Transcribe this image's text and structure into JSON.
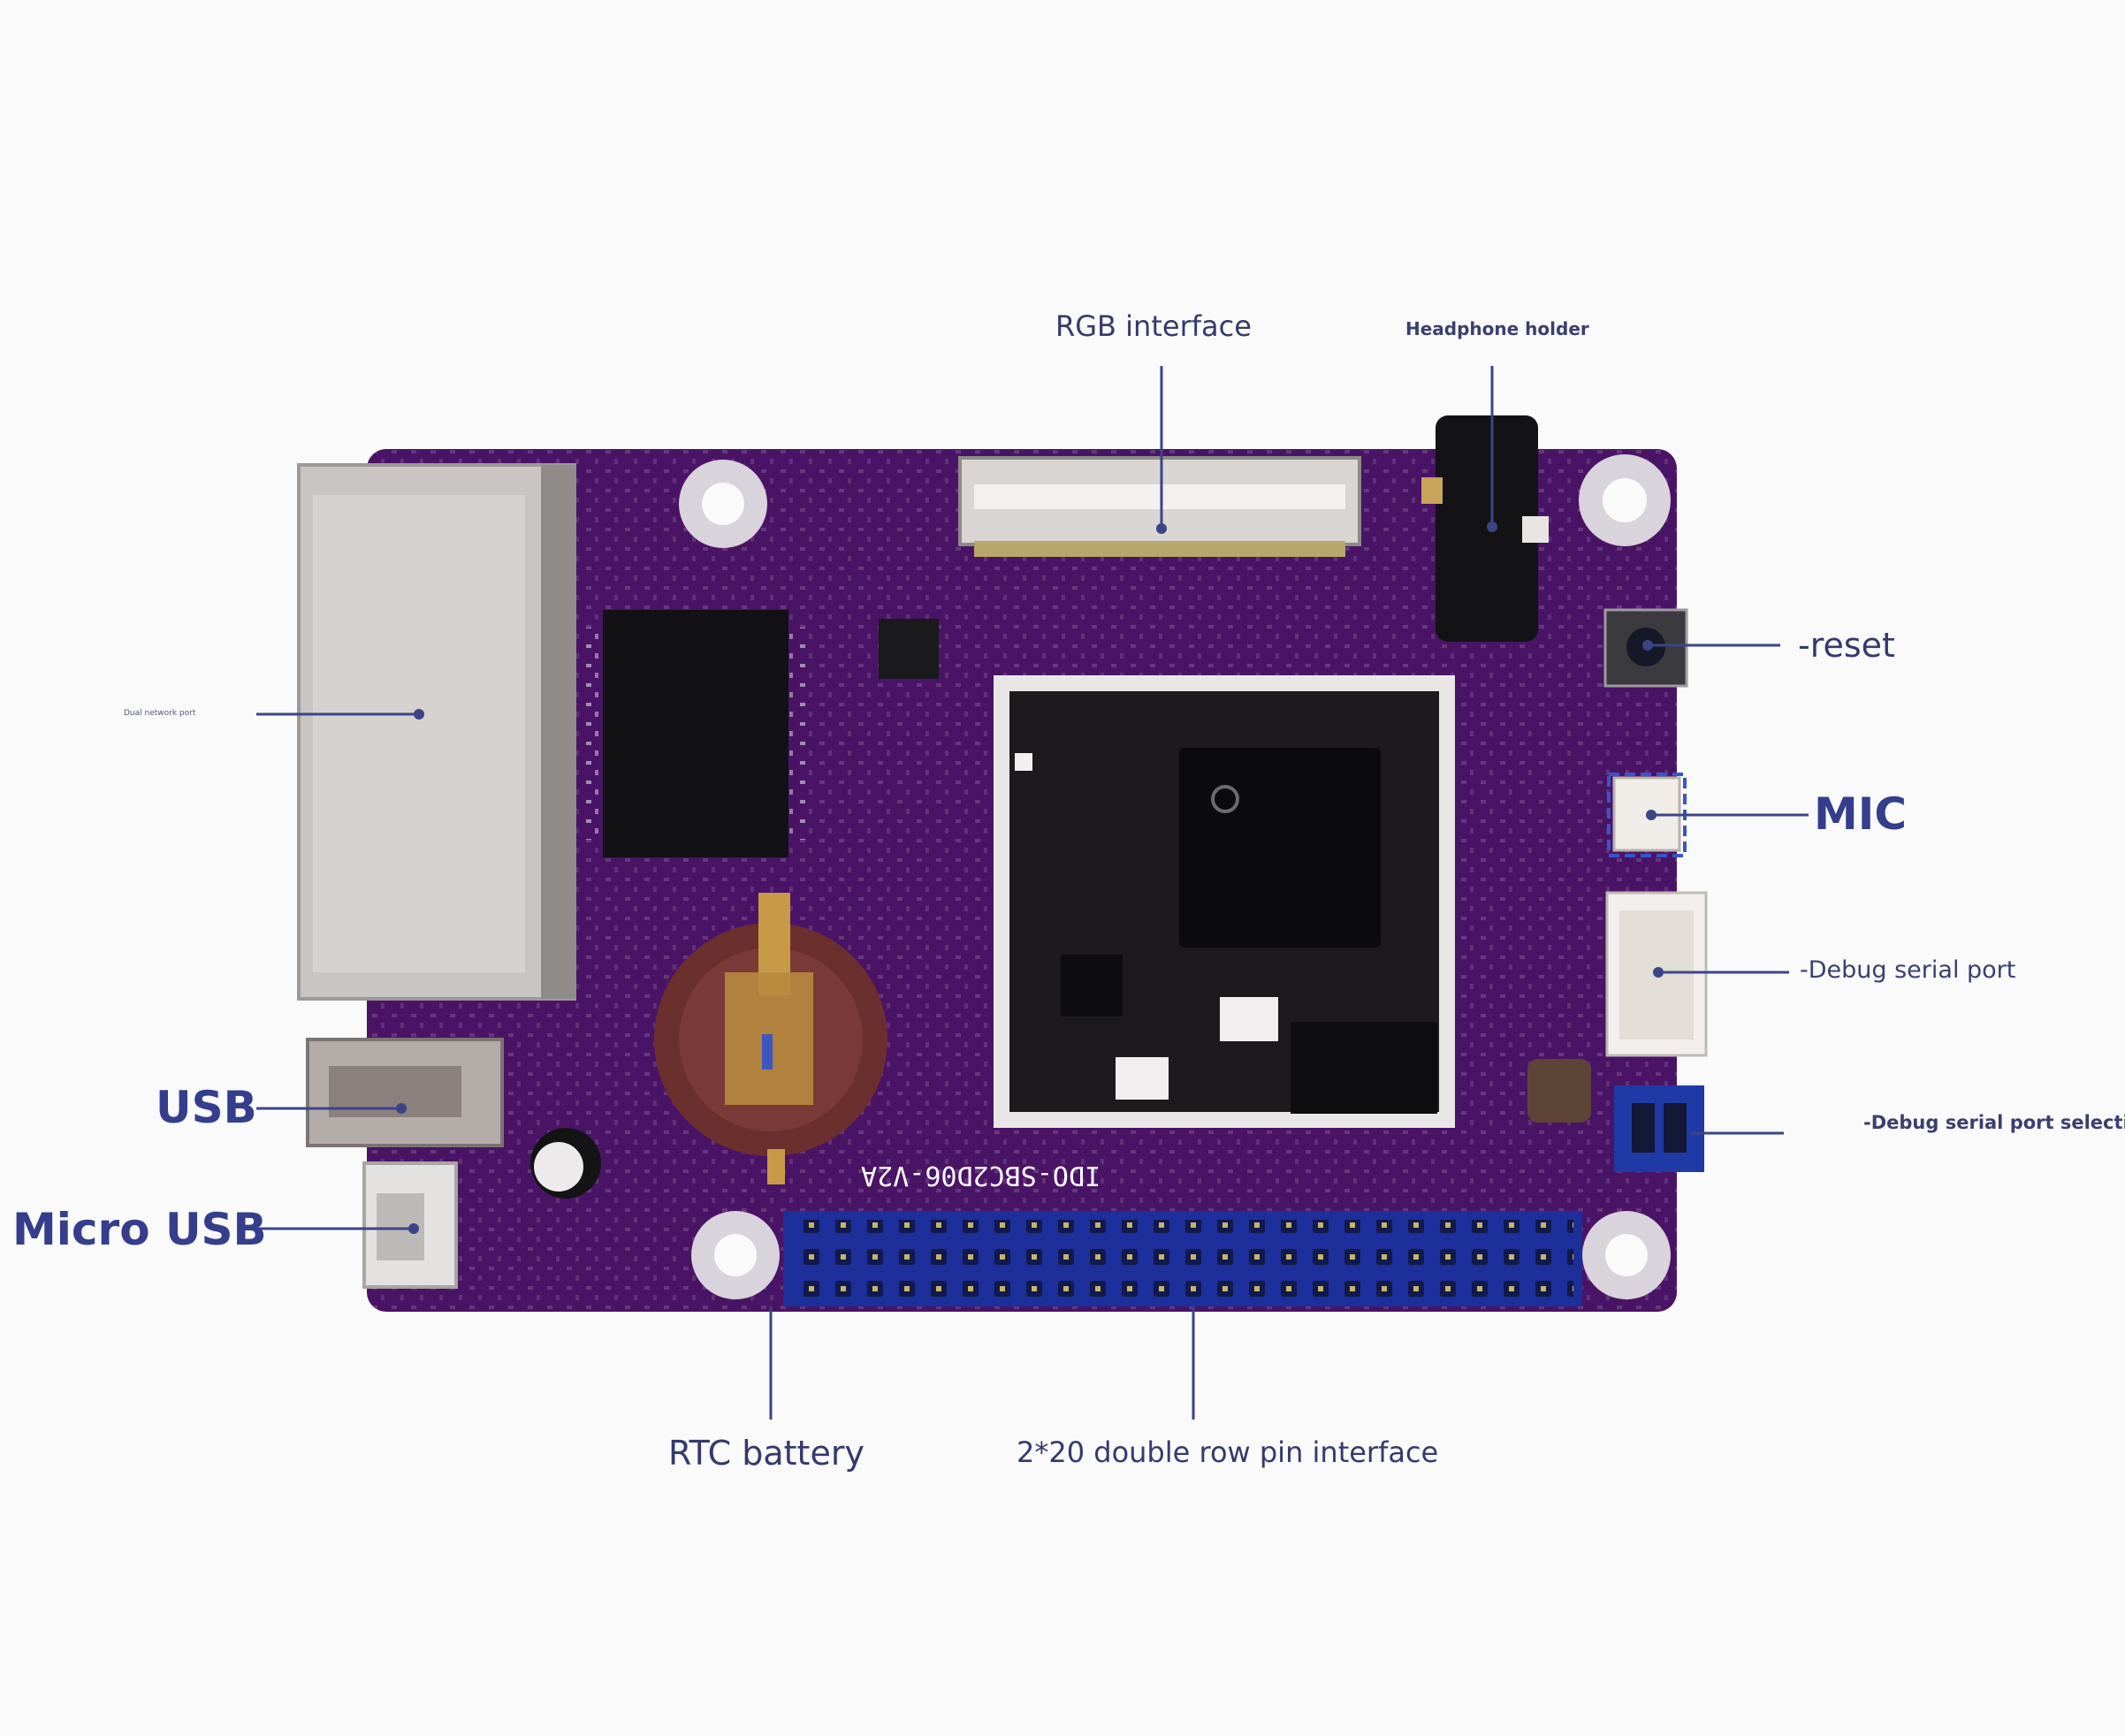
{
  "callouts": {
    "rgb_interface": "RGB interface",
    "headphone_holder": "Headphone holder",
    "reset": "-reset",
    "mic": "MIC",
    "debug_serial_port": "-Debug serial port",
    "debug_serial_port_selection": "-Debug serial port selection",
    "dual_network_port": "Dual network port",
    "usb": "USB",
    "micro_usb": "Micro USB",
    "rtc_battery": "RTC battery",
    "pin_interface": "2*20 double row pin interface"
  },
  "board": {
    "silkscreen_title": "IDO-SBC2D06-V2A",
    "colors": {
      "pcb": "#4a1466",
      "leader_line": "#3c4487",
      "label_dark": "#343e8c",
      "pin_header": "#1c2f9a",
      "coin_cell": "#6b2f2d"
    }
  }
}
